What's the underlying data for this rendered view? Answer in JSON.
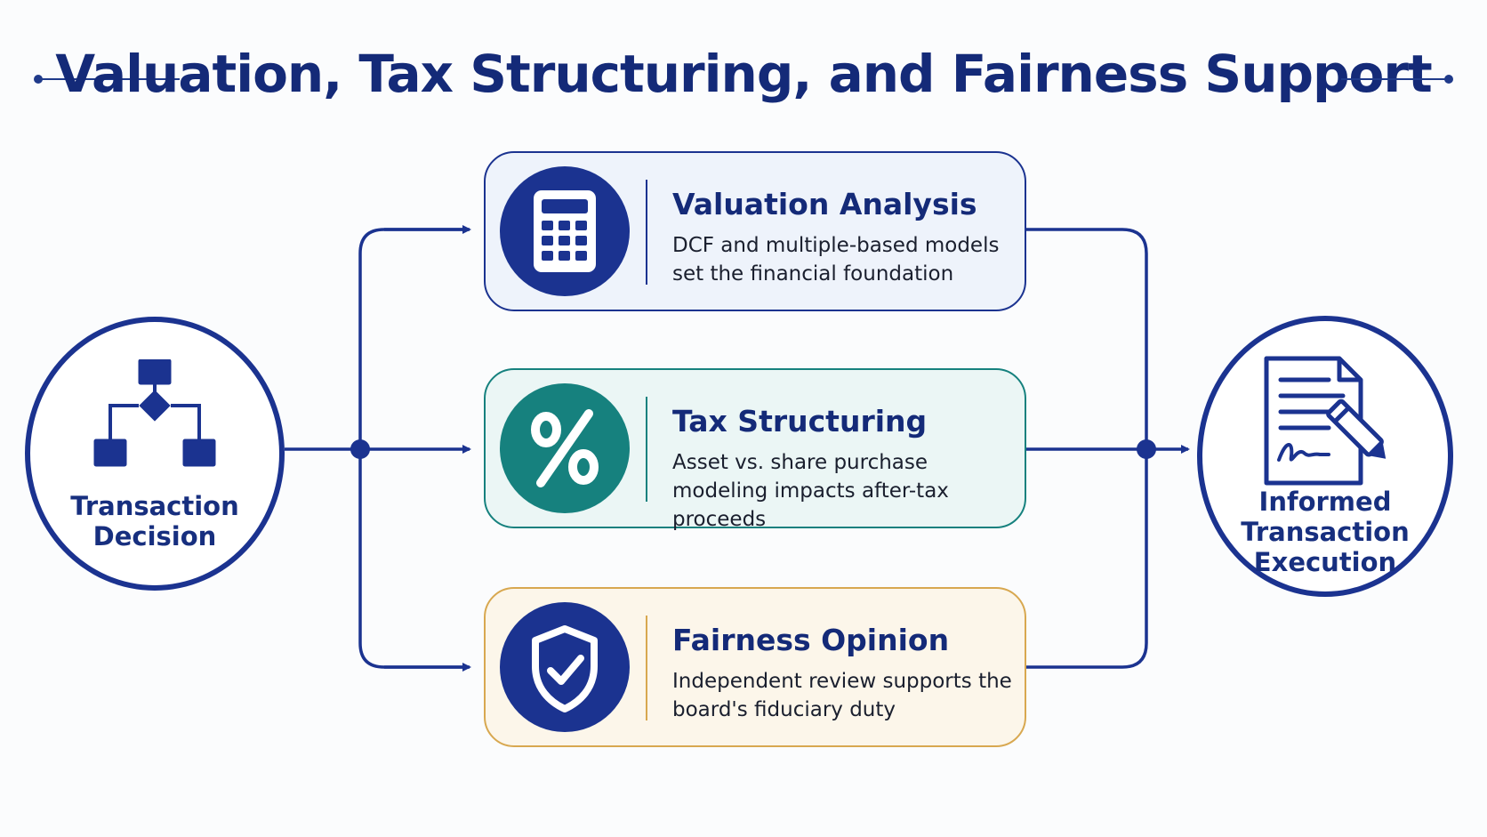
{
  "title": "Valuation, Tax Structuring, and Fairness Support",
  "colors": {
    "navy": "#1b3390",
    "teal": "#16817e",
    "gold": "#d8a850",
    "valuation_fill": "#eef3fb",
    "tax_fill": "#ebf6f5",
    "fairness_fill": "#fcf6ea"
  },
  "start_node": {
    "label_line1": "Transaction",
    "label_line2": "Decision",
    "icon": "flowchart-icon"
  },
  "end_node": {
    "label_line1": "Informed",
    "label_line2": "Transaction",
    "label_line3": "Execution",
    "icon": "signed-document-icon"
  },
  "cards": [
    {
      "title": "Valuation Analysis",
      "description": "DCF and multiple-based models set the financial foundation",
      "icon": "calculator-icon"
    },
    {
      "title": "Tax Structuring",
      "description": "Asset vs. share purchase modeling impacts after-tax proceeds",
      "icon": "percent-icon"
    },
    {
      "title": "Fairness Opinion",
      "description": "Independent review supports the board's fiduciary duty",
      "icon": "shield-check-icon"
    }
  ]
}
